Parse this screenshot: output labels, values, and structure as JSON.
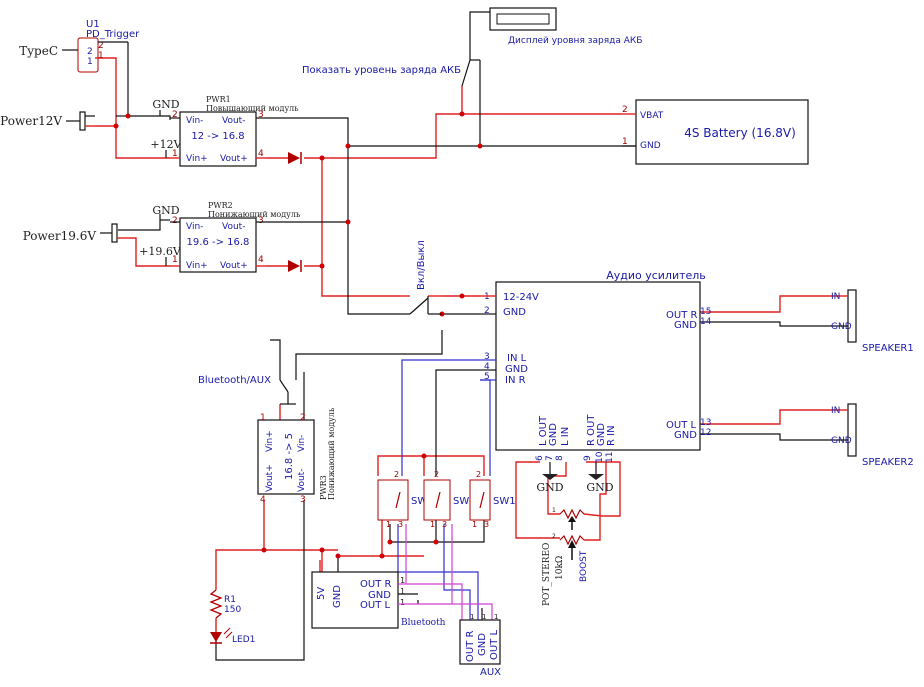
{
  "diagram": {
    "u1": {
      "ref": "U1",
      "name": "PD_Trigger",
      "pin2": "2",
      "pin1": "1"
    },
    "typec": "TypeC",
    "power12": "Power12V",
    "power196": "Power19.6V",
    "gnd": "GND",
    "plus12": "+12V",
    "plus196": "+19.6V",
    "pwr1": {
      "ref": "PWR1",
      "desc": "Повышающий модуль",
      "ratio": "12 -> 16.8",
      "vin_m": "Vin-",
      "vout_m": "Vout-",
      "vin_p": "Vin+",
      "vout_p": "Vout+",
      "p1": "1",
      "p2": "2",
      "p3": "3",
      "p4": "4"
    },
    "pwr2": {
      "ref": "PWR2",
      "desc": "Понижающий модуль",
      "ratio": "19.6 -> 16.8",
      "vin_m": "Vin-",
      "vout_m": "Vout-",
      "vin_p": "Vin+",
      "vout_p": "Vout+",
      "p1": "1",
      "p2": "2",
      "p3": "3",
      "p4": "4"
    },
    "pwr3": {
      "ref": "PWR3",
      "desc": "Понижающий модуль",
      "ratio": "16.8 -> 5",
      "vin_p": "Vin+",
      "vin_m": "Vin-",
      "vout_p": "Vout+",
      "vout_m": "Vout-",
      "p1": "1",
      "p2": "2",
      "p3": "3",
      "p4": "4"
    },
    "display_label": "Дисплей уровня заряда АКБ",
    "show_label": "Показать уровень заряда АКБ",
    "battery": {
      "name": "4S Battery (16.8V)",
      "vbat": "VBAT",
      "gnd": "GND",
      "p2": "2",
      "p1": "1"
    },
    "power_switch": "Вкл/Выкл",
    "amp": {
      "title": "Аудио усилитель",
      "p1": "1",
      "p1n": "12-24V",
      "p2": "2",
      "p2n": "GND",
      "p3": "3",
      "p3n": "IN L",
      "p4": "4",
      "p4n": "GND",
      "p5": "5",
      "p5n": "IN R",
      "p15": "15",
      "p15n": "OUT R",
      "p14": "14",
      "p14n": "GND",
      "p13": "13",
      "p13n": "OUT L",
      "p12": "12",
      "p12n": "GND",
      "p6": "6",
      "p6n": "L OUT",
      "p7": "7",
      "p7n": "GND",
      "p8": "8",
      "p8n": "L IN",
      "p9": "9",
      "p9n": "R OUT",
      "p10": "10",
      "p10n": "GND",
      "p11": "11",
      "p11n": "R IN"
    },
    "speaker1": {
      "name": "SPEAKER1",
      "in": "IN",
      "gnd": "GND"
    },
    "speaker2": {
      "name": "SPEAKER2",
      "in": "IN",
      "gnd": "GND"
    },
    "bt_aux": "Bluetooth/AUX",
    "switches": {
      "sw1": "SW1",
      "sw2": "SW2",
      "sw3": "SW3",
      "p1": "1",
      "p2": "2",
      "p3": "3"
    },
    "bluetooth": {
      "name": "Bluetooth",
      "v5": "5V",
      "gnd": "GND",
      "outr": "OUT R",
      "outl": "OUT L",
      "p1": "1"
    },
    "aux": {
      "name": "AUX",
      "outr": "OUT R",
      "gnd": "GND",
      "outl": "OUT L",
      "p1": "1"
    },
    "r1": {
      "ref": "R1",
      "value": "150"
    },
    "led1": "LED1",
    "pot": {
      "name": "POT_STEREO",
      "value": "10kΩ",
      "label": "BOOST",
      "p1": "1",
      "p2": "2"
    }
  }
}
